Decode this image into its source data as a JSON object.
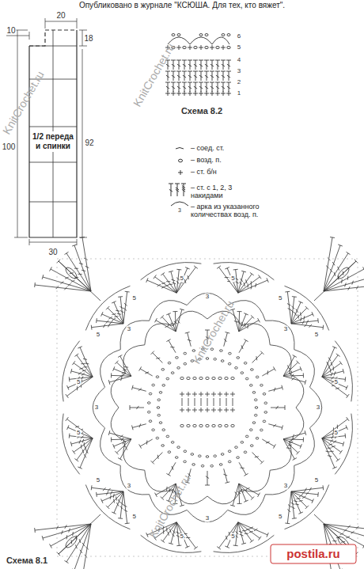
{
  "diagram": {
    "title": "Опубликовано в журнале \"КСЮША. Для тех, кто вяжет\".",
    "nodes": [
      {
        "text": [
          "1/2 переда и спинки"
        ]
      }
    ],
    "labels": [
      "20",
      "10",
      "18",
      "100",
      "92",
      "30",
      "6",
      "5",
      "4",
      "3",
      "2",
      "1",
      "Схема 8.2",
      "3",
      "Схема 8.1",
      "KnitCrochet.ru",
      "KnitCrochet.ru",
      "KnitCrochet.ru",
      "KnitCrochet.ru",
      "postila.ru",
      "5",
      "5",
      "5",
      "5",
      "5",
      "5",
      "5",
      "5",
      "5",
      "5",
      "5",
      "5",
      "5",
      "5",
      "5",
      "5",
      "3",
      "3",
      "3",
      "3",
      "3",
      "3",
      "3",
      "3"
    ],
    "legend": [
      {
        "text": "– соед. ст."
      },
      {
        "text": "– возд. п."
      },
      {
        "text": "– ст. б/н"
      },
      {
        "text": "– ст. с 1, 2, 3 накидами"
      },
      {
        "text": "– арка из указанного количествах возд. п."
      }
    ]
  }
}
